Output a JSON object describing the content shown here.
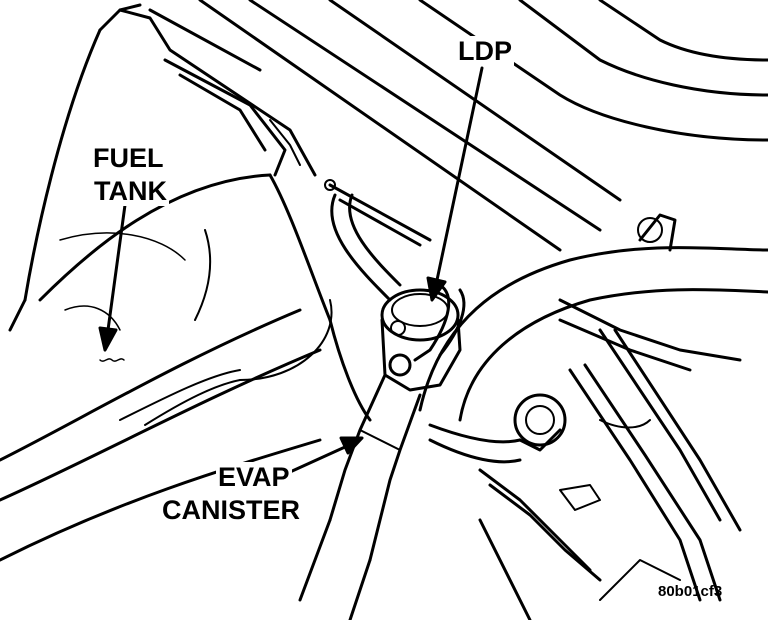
{
  "labels": {
    "fuel": "FUEL",
    "tank": "TANK",
    "ldp": "LDP",
    "evap": "EVAP",
    "canister": "CANISTER"
  },
  "figure_id": "80b01cf3",
  "colors": {
    "ink": "#000000",
    "paper": "#ffffff"
  }
}
